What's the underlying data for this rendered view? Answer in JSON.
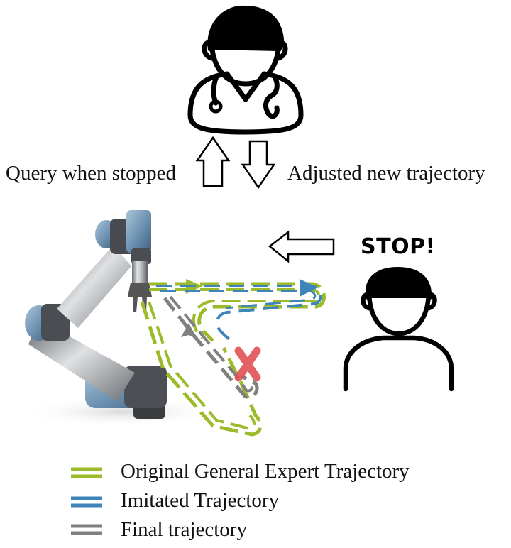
{
  "labels": {
    "query": "Query when stopped",
    "adjusted": "Adjusted new trajectory",
    "stop": "STOP!"
  },
  "legend": [
    {
      "label": "Original General Expert Trajectory",
      "color": "#9bbb2b"
    },
    {
      "label": "Imitated Trajectory",
      "color": "#3f86b8"
    },
    {
      "label": "Final trajectory",
      "color": "#808080"
    }
  ],
  "icons": [
    "doctor-icon",
    "user-icon",
    "robot-arm-icon",
    "up-arrow-icon",
    "down-arrow-icon",
    "left-arrow-icon",
    "red-x-icon"
  ],
  "colors": {
    "green": "#9bbb2b",
    "blue": "#3f86b8",
    "gray": "#808080",
    "red": "#e0474c"
  }
}
